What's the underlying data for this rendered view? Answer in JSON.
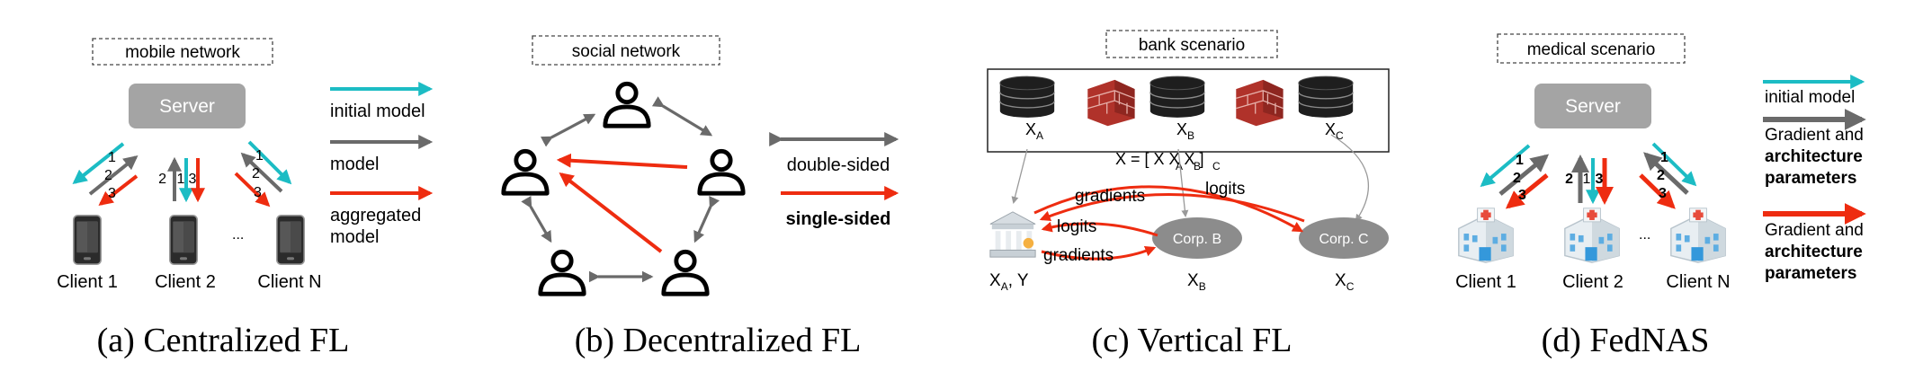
{
  "colors": {
    "teal": "#1cbcc4",
    "gray_arrow": "#6a6a6a",
    "red": "#ee2c10",
    "server_fill": "#a4a4a4",
    "corp_fill": "#8c8c8c",
    "firewall": "#c0392b",
    "text": "#000000"
  },
  "panel_a": {
    "tag": "mobile network",
    "server": "Server",
    "arrow_numbers": {
      "one": "1",
      "two": "2",
      "three": "3"
    },
    "clients": [
      "Client 1",
      "Client 2",
      "Client N"
    ],
    "ellipsis": "...",
    "legend": {
      "initial": "initial model",
      "model": "model",
      "aggregated_1": "aggregated",
      "aggregated_2": "model"
    },
    "caption": "(a) Centralized FL"
  },
  "panel_b": {
    "tag": "social network",
    "legend": {
      "double": "double-sided",
      "single": "single-sided"
    },
    "caption": "(b) Decentralized FL"
  },
  "panel_c": {
    "tag": "bank scenario",
    "db_labels": [
      "X",
      "X",
      "X"
    ],
    "db_subs": [
      "A",
      "B",
      "C"
    ],
    "formula": "X = [ X  X  X ]",
    "formula_subs": [
      "A",
      "B",
      "C"
    ],
    "corp_b": "Corp. B",
    "corp_c": "Corp. C",
    "gradients": "gradients",
    "logits": "logits",
    "bottom_a": "X , Y",
    "bottom_a_sub": "A",
    "bottom_b": "X",
    "bottom_b_sub": "B",
    "bottom_c": "X",
    "bottom_c_sub": "C",
    "caption": "(c) Vertical FL"
  },
  "panel_d": {
    "tag": "medical scenario",
    "server": "Server",
    "arrow_numbers": {
      "one": "1",
      "two": "2",
      "three": "3"
    },
    "clients": [
      "Client 1",
      "Client 2",
      "Client N"
    ],
    "ellipsis": "...",
    "legend": {
      "initial": "initial model",
      "grad_1": "Gradient and",
      "grad_2": "architecture",
      "grad_3": "parameters",
      "red_1": "Gradient and",
      "red_2": "architecture",
      "red_3": "parameters"
    },
    "caption": "(d) FedNAS"
  }
}
